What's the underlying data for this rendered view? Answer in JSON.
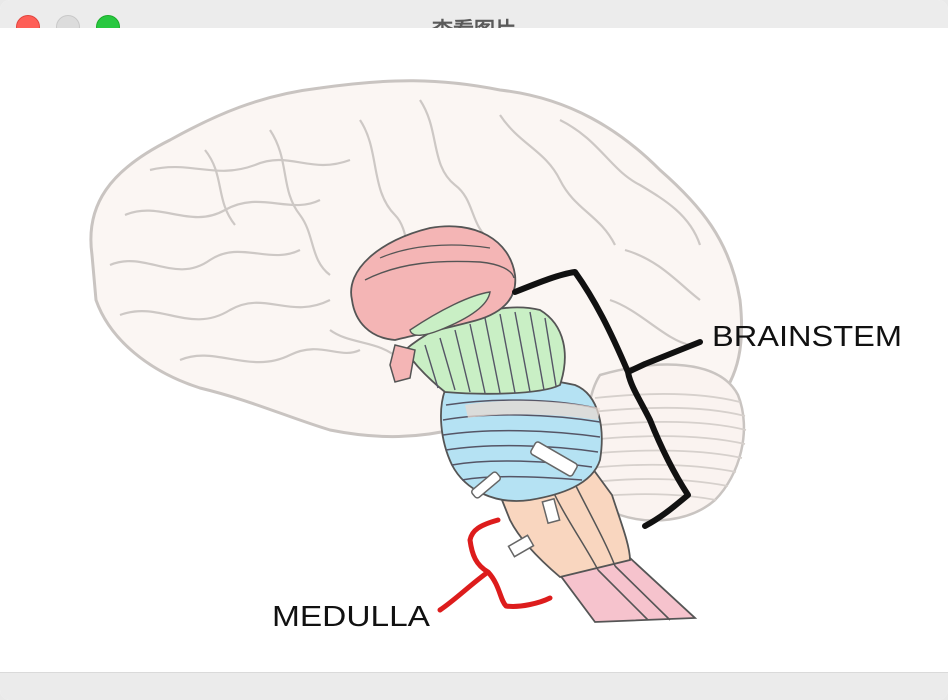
{
  "window": {
    "title": "查看图片"
  },
  "figure": {
    "labels": {
      "brainstem": "BRAINSTEM",
      "medulla": "MEDULLA"
    }
  },
  "colors": {
    "cerebrum_fill": "#fbf6f3",
    "cerebrum_stroke": "#c9c4c1",
    "midbrain": "#f4b5b5",
    "pons_upper": "#c9efc5",
    "pons_lower": "#b5e2f3",
    "medulla": "#f9d6bf",
    "spinal": "#f6c3cd",
    "bracket_black": "#111111",
    "bracket_red": "#dd1c1c"
  }
}
